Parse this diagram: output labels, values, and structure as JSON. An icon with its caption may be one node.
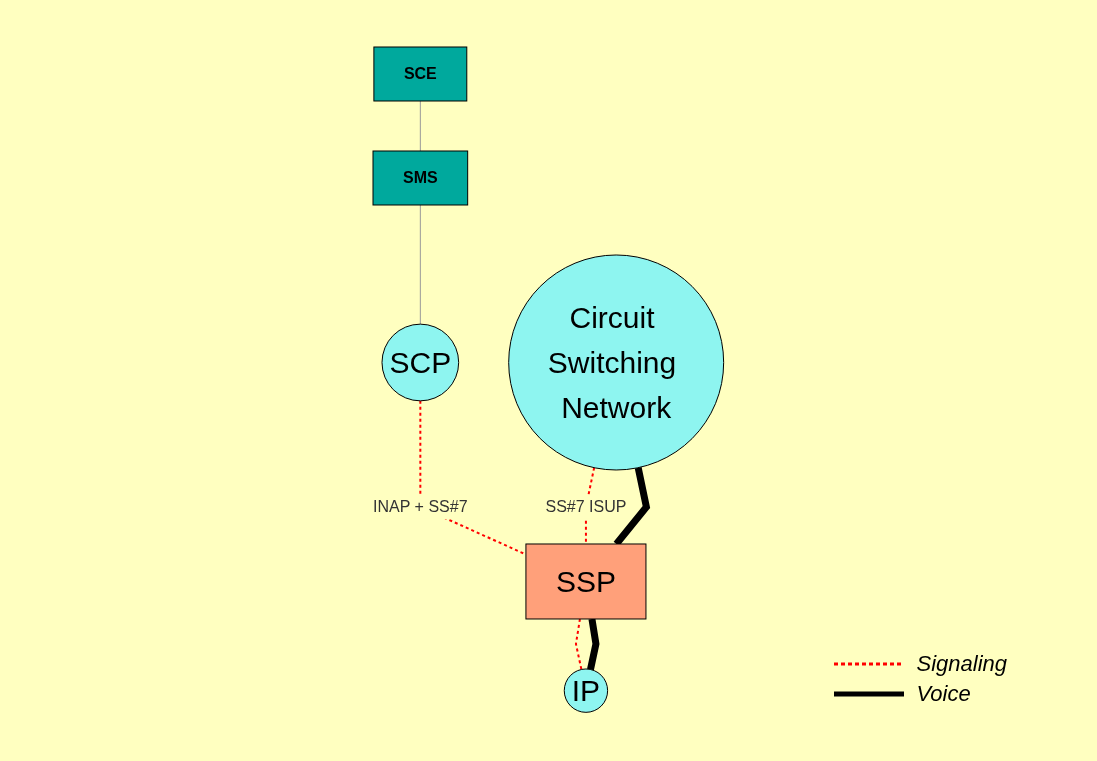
{
  "diagram": {
    "nodes": [
      {
        "text": [
          "SCE"
        ]
      },
      {
        "text": [
          "SMS"
        ]
      },
      {
        "text": [
          "SCP"
        ]
      },
      {
        "text": [
          "SSP"
        ]
      },
      {
        "text": [
          "IP"
        ]
      },
      {
        "text": [
          "Circuit Switching Network"
        ]
      }
    ],
    "edges": [
      {
        "from": 0,
        "to": 1,
        "arrow": "none",
        "color": "#999999"
      },
      {
        "from": 1,
        "to": 2,
        "arrow": "none",
        "color": "#999999"
      },
      {
        "from": 2,
        "to": 3,
        "arrow": "none",
        "style": "dashed",
        "color": "#ff0000",
        "label": "INAP + SS#7"
      },
      {
        "from": 5,
        "to": 3,
        "arrow": "none",
        "style": "dashed",
        "color": "#ff0000",
        "label": "SS#7 ISUP"
      },
      {
        "from": 5,
        "to": 3,
        "arrow": "none",
        "style": "thick",
        "color": "#000000"
      },
      {
        "from": 3,
        "to": 4,
        "arrow": "none",
        "style": "dashed",
        "color": "#ff0000"
      },
      {
        "from": 3,
        "to": 4,
        "arrow": "none",
        "style": "thick",
        "color": "#000000"
      }
    ],
    "legend": [
      {
        "text": "Signaling"
      },
      {
        "text": "Voice"
      }
    ]
  }
}
